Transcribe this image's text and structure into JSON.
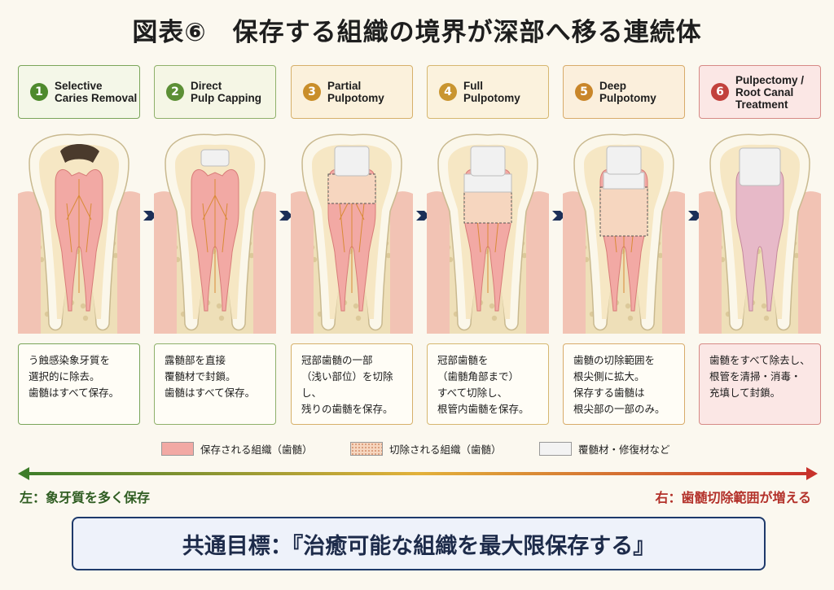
{
  "title": "図表⑥　保存する組織の境界が深部へ移る連続体",
  "stages": [
    {
      "num": "1",
      "label": "Selective\nCaries Removal",
      "desc": "う蝕感染象牙質を\n選択的に除去。\n歯髄はすべて保存。",
      "num_color": "#4e8a2d",
      "border": "#7aa55a",
      "bg": "#f4f7e8",
      "variant": "caries"
    },
    {
      "num": "2",
      "label": "Direct\nPulp Capping",
      "desc": "露髄部を直接\n覆髄材で封鎖。\n歯髄はすべて保存。",
      "num_color": "#5c8f35",
      "border": "#8fb06a",
      "bg": "#f5f6e5",
      "variant": "capping"
    },
    {
      "num": "3",
      "label": "Partial\nPulpotomy",
      "desc": "冠部歯髄の一部\n（浅い部位）を切除し、\n残りの歯髄を保存。",
      "num_color": "#c98e2a",
      "border": "#d6b06a",
      "bg": "#fbf1dc",
      "variant": "partial"
    },
    {
      "num": "4",
      "label": "Full\nPulpotomy",
      "desc": "冠部歯髄を\n（歯髄角部まで）\nすべて切除し、\n根管内歯髄を保存。",
      "num_color": "#c99530",
      "border": "#d6b770",
      "bg": "#fbf2dd",
      "variant": "full"
    },
    {
      "num": "5",
      "label": "Deep\nPulpotomy",
      "desc": "歯髄の切除範囲を\n根尖側に拡大。\n保存する歯髄は\n根尖部の一部のみ。",
      "num_color": "#c9862a",
      "border": "#d8ab6a",
      "bg": "#fbefdc",
      "variant": "deep"
    },
    {
      "num": "6",
      "label": "Pulpectomy /\nRoot Canal\nTreatment",
      "desc": "歯髄をすべて除去し、\n根管を清掃・消毒・\n充填して封鎖。",
      "num_color": "#c2413c",
      "border": "#d68a86",
      "bg": "#fbe7e5",
      "variant": "rct"
    }
  ],
  "legend": [
    {
      "label": "保存される組織（歯髄）",
      "color": "#f2a9a4"
    },
    {
      "label": "切除される組織（歯髄）",
      "color": "#f6d6bf"
    },
    {
      "label": "覆髄材・修復材など",
      "color": "#f3f3f3"
    }
  ],
  "scale": {
    "left": "左：象牙質を多く保存",
    "right": "右：歯髄切除範囲が増える",
    "left_color": "#3e7d2a",
    "mid_color": "#e2b13a",
    "right_color": "#c8322b"
  },
  "goal": "共通目標：『治癒可能な組織を最大限保存する』"
}
